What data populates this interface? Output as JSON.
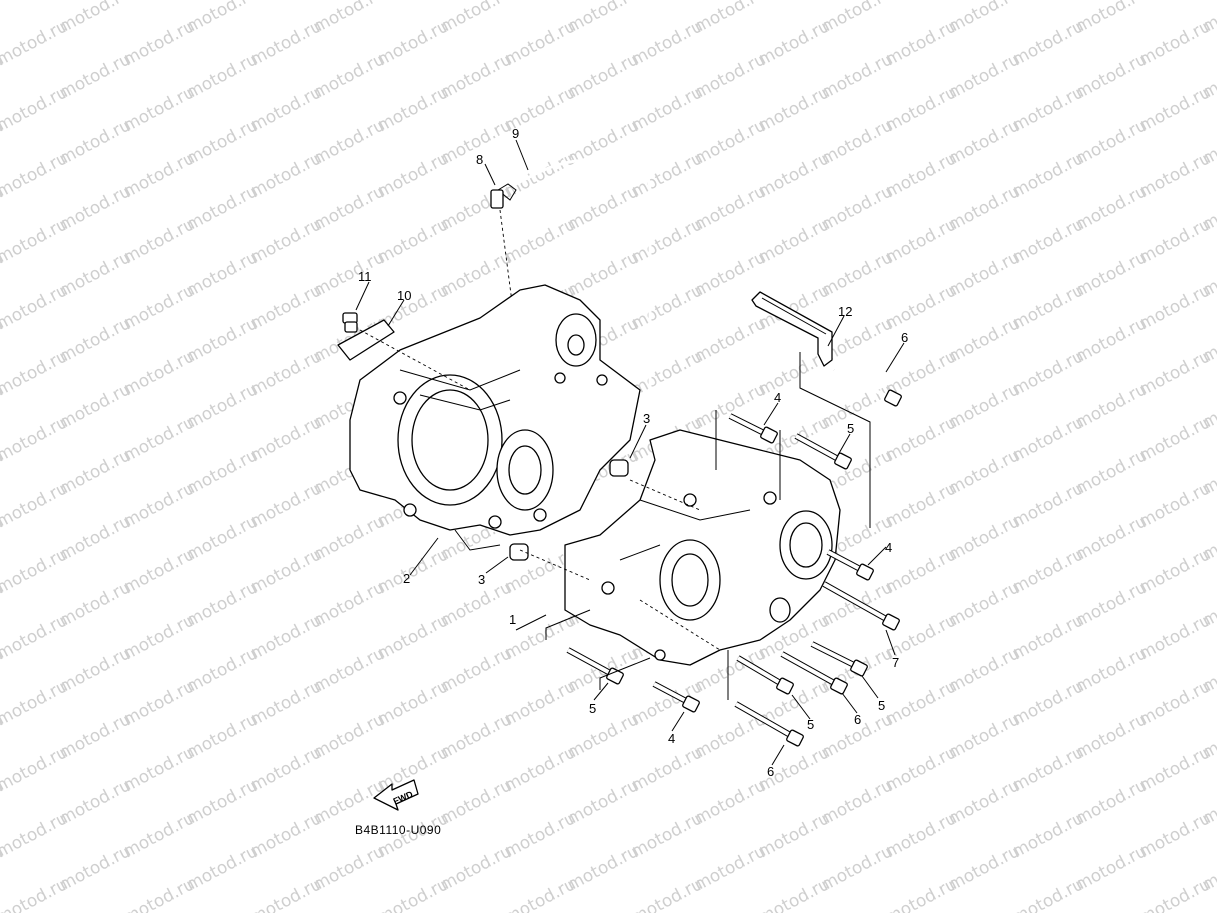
{
  "diagram": {
    "watermark_text": "motod.ru",
    "watermark_color": "#cfcfcf",
    "line_color": "#000000",
    "code_label": "B4B1110-U090",
    "fwd_label": "FWD",
    "callouts": [
      "1",
      "2",
      "3",
      "3",
      "4",
      "4",
      "4",
      "5",
      "5",
      "5",
      "5",
      "6",
      "6",
      "6",
      "7",
      "8",
      "9",
      "10",
      "11",
      "12"
    ]
  }
}
